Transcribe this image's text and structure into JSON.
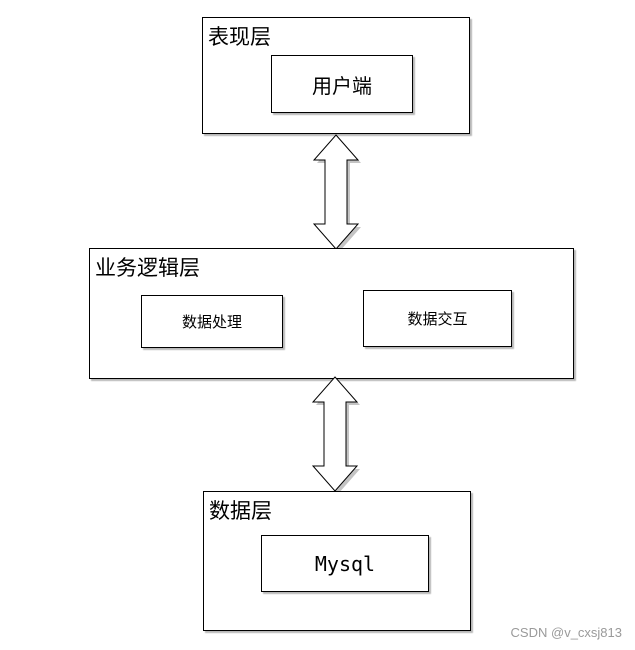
{
  "presentation_layer": {
    "title": "表现层",
    "client_box": "用户端"
  },
  "business_layer": {
    "title": "业务逻辑层",
    "data_processing_box": "数据处理",
    "data_interaction_box": "数据交互"
  },
  "data_layer": {
    "title": "数据层",
    "mysql_box": "Mysql"
  },
  "watermark": "CSDN @v_cxsj813"
}
